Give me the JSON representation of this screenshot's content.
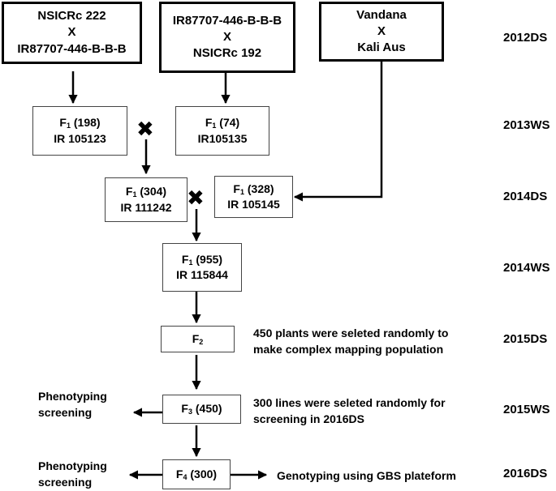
{
  "parents": [
    {
      "line1": "NSICRc 222",
      "line2": "X",
      "line3": "IR87707-446-B-B-B"
    },
    {
      "line1": "IR87707-446-B-B-B",
      "line2": "X",
      "line3": "NSICRc 192"
    },
    {
      "line1": "Vandana",
      "line2": "X",
      "line3": "Kali Aus"
    }
  ],
  "f1_boxes": [
    {
      "gen": "F",
      "sub": "1",
      "count": " (198)",
      "id": "IR 105123"
    },
    {
      "gen": "F",
      "sub": "1",
      "count": " (74)",
      "id": "IR105135"
    },
    {
      "gen": "F",
      "sub": "1",
      "count": " (304)",
      "id": "IR 111242"
    },
    {
      "gen": "F",
      "sub": "1",
      "count": " (328)",
      "id": "IR 105145"
    },
    {
      "gen": "F",
      "sub": "1",
      "count": " (955)",
      "id": "IR 115844"
    }
  ],
  "later_boxes": [
    {
      "gen": "F",
      "sub": "2",
      "count": ""
    },
    {
      "gen": "F",
      "sub": "3",
      "count": " (450)"
    },
    {
      "gen": "F",
      "sub": "4",
      "count": " (300)"
    }
  ],
  "cross_symbol": "✖",
  "notes": {
    "f2_line1": "450 plants were seleted randomly to",
    "f2_line2": "make complex mapping population",
    "f3_line1": "300 lines were seleted randomly for",
    "f3_line2": "screening in 2016DS",
    "f4_right": "Genotyping using GBS plateform",
    "pheno_line1": "Phenotyping",
    "pheno_line2": "screening"
  },
  "seasons": [
    "2012DS",
    "2013WS",
    "2014DS",
    "2014WS",
    "2015DS",
    "2015WS",
    "2016DS"
  ]
}
